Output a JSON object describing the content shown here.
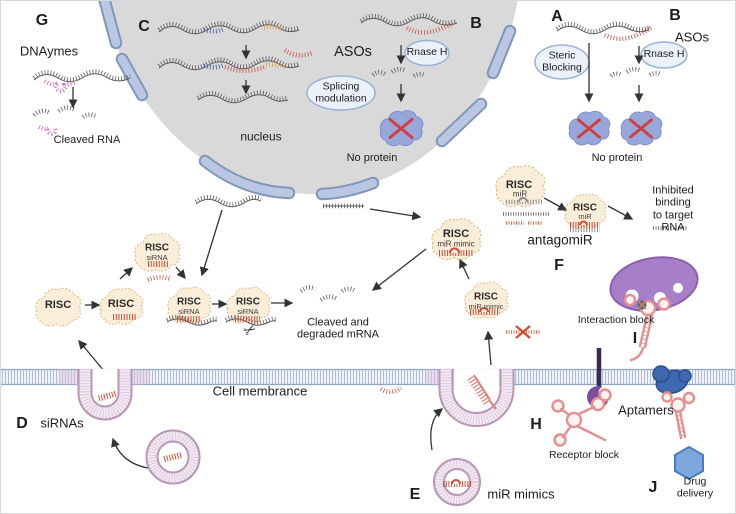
{
  "colors": {
    "nucleus_fill": "#d9d9d9",
    "envelope": "#b9c7e2",
    "envelope_edge": "#8096ba",
    "risc_fill": "#fbeed9",
    "risc_edge": "#d9ba8c",
    "protein_blob": "#98a7da",
    "cross_red": "#cf3f3f",
    "rna_gray": "#5a5a5a",
    "aso_red": "#d14b38",
    "exon_blue": "#3a5fa8",
    "exon_orange": "#e0a13c",
    "dnazyme_pink": "#cf62bd",
    "membrane_edge": "#8fa3c2",
    "vesicle_pink": "#c9a8c6",
    "oval_fill": "#eaf1fa",
    "oval_edge": "#9ab3d5",
    "aptamer_pink": "#e49090",
    "purple_blob": "#a77fc9",
    "receptor_purple": "#7b4fa0",
    "drug_hexagon": "#7ba7dc",
    "surface_protein_blue": "#3e68b0"
  },
  "sections": {
    "g": {
      "letter": "G",
      "title": "DNAymes",
      "caption": "Cleaved RNA"
    },
    "c": {
      "letter": "C",
      "asos": "ASOs",
      "splicing": "Splicing\nmodulation",
      "nucleus": "nucleus"
    },
    "b_nuc": {
      "letter": "B",
      "rnase": "Rnase H",
      "no_protein": "No protein"
    },
    "a": {
      "letter": "A",
      "steric": "Steric\nBlocking"
    },
    "b_cyt": {
      "letter": "B",
      "asos": "ASOs",
      "rnase": "Rnase H",
      "no_protein": "No protein"
    },
    "risc": {
      "name": "RISC",
      "sirna": "siRNA",
      "mir": "miR",
      "mir_mimic": "miR mimic"
    },
    "cleaved": "Cleaved and\ndegraded mRNA",
    "antagomir": {
      "letter": "F",
      "title": "antagomiR",
      "inhibited": "Inhibited binding\nto target RNA"
    },
    "membrane": {
      "label": "Cell membrance"
    },
    "d": {
      "letter": "D",
      "label": "siRNAs"
    },
    "e": {
      "letter": "E",
      "label": "miR mimics"
    },
    "h": {
      "letter": "H",
      "label": "Receptor block"
    },
    "i": {
      "letter": "I",
      "label": "Interaction block"
    },
    "j": {
      "letter": "J",
      "label": "Drug delivery"
    },
    "aptamers": "Aptamers"
  }
}
